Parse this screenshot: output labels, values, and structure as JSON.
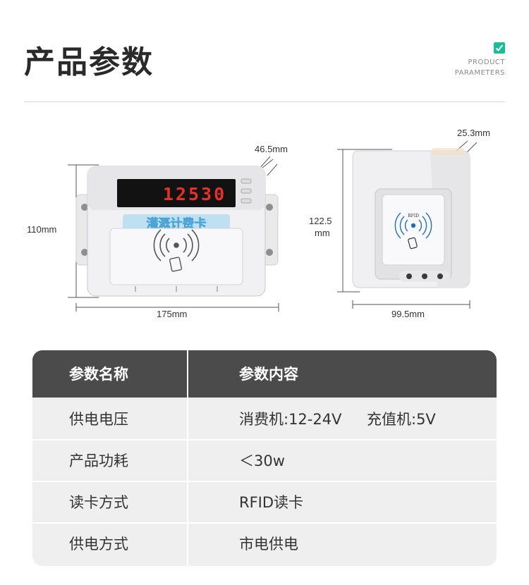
{
  "header": {
    "title": "产品参数",
    "brand_line1": "PRODUCT",
    "brand_line2": "PARAMETERS",
    "accent_color": "#1abc9c"
  },
  "device_left": {
    "display_value": "12530",
    "label": "灌溉计费卡",
    "dim_width": "175mm",
    "dim_height": "110mm",
    "dim_depth": "46.5mm"
  },
  "device_right": {
    "reader_label": "RFID",
    "dim_width": "99.5mm",
    "dim_height_line1": "122.5",
    "dim_height_line2": "mm",
    "dim_depth": "25.3mm"
  },
  "table": {
    "headers": [
      "参数名称",
      "参数内容"
    ],
    "rows": [
      {
        "name": "供电电压",
        "value": "消费机:12-24V",
        "value2": "充值机:5V"
      },
      {
        "name": "产品功耗",
        "value": "＜30w"
      },
      {
        "name": "读卡方式",
        "value": "RFID读卡"
      },
      {
        "name": "供电方式",
        "value": "市电供电"
      }
    ],
    "header_bg": "#4b4b4b",
    "row_bg": "#efefef"
  }
}
